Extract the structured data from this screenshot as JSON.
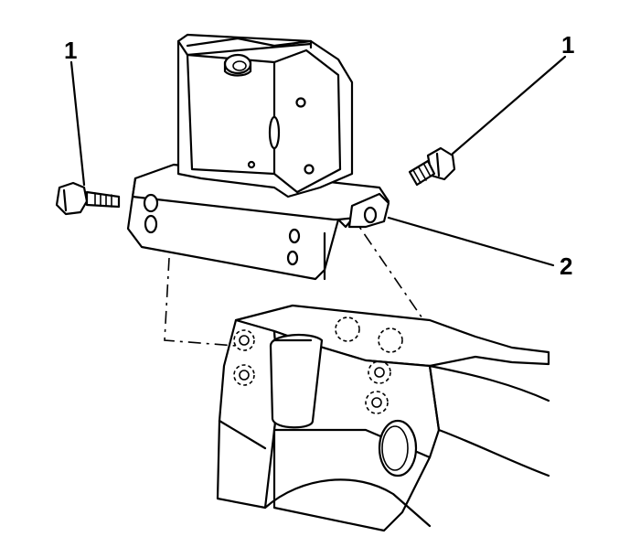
{
  "callouts": [
    {
      "id": "bolt-left",
      "label": "1"
    },
    {
      "id": "bolt-right",
      "label": "1"
    },
    {
      "id": "bracket",
      "label": "2"
    }
  ],
  "colors": {
    "line": "#000000",
    "background": "#ffffff"
  }
}
